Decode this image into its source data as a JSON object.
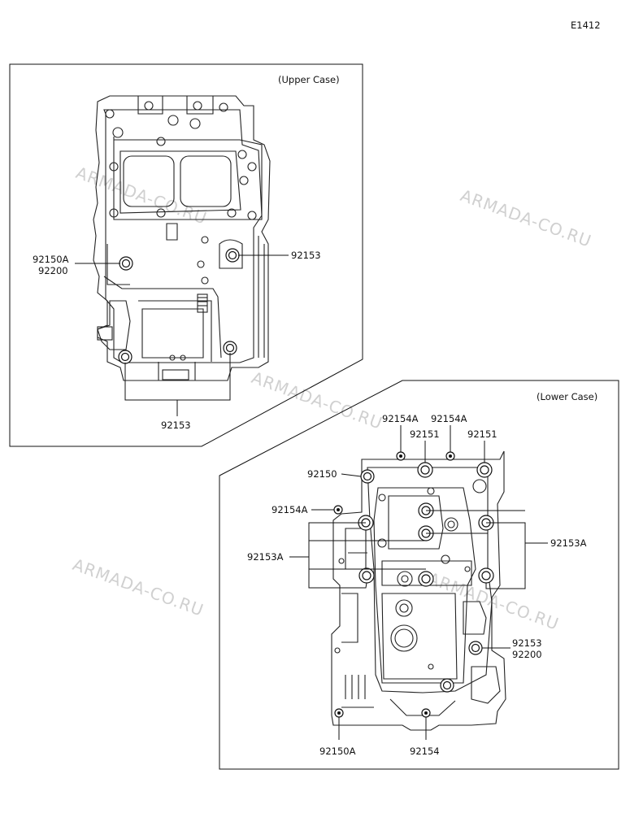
{
  "figure_code": "E1412",
  "watermark": "ARMADA-CO.RU",
  "upper_case": {
    "title": "(Upper Case)",
    "labels": {
      "l_92150A": "92150A",
      "l_92200": "92200",
      "l_92153_right": "92153",
      "l_92153_bottom": "92153"
    }
  },
  "lower_case": {
    "title": "(Lower Case)",
    "labels": {
      "l_92154A_1": "92154A",
      "l_92154A_2": "92154A",
      "l_92151_1": "92151",
      "l_92151_2": "92151",
      "l_92150": "92150",
      "l_92154A_3": "92154A",
      "l_92153A_left": "92153A",
      "l_92153A_right": "92153A",
      "l_92153": "92153",
      "l_92200": "92200",
      "l_92150A": "92150A",
      "l_92154": "92154"
    }
  }
}
